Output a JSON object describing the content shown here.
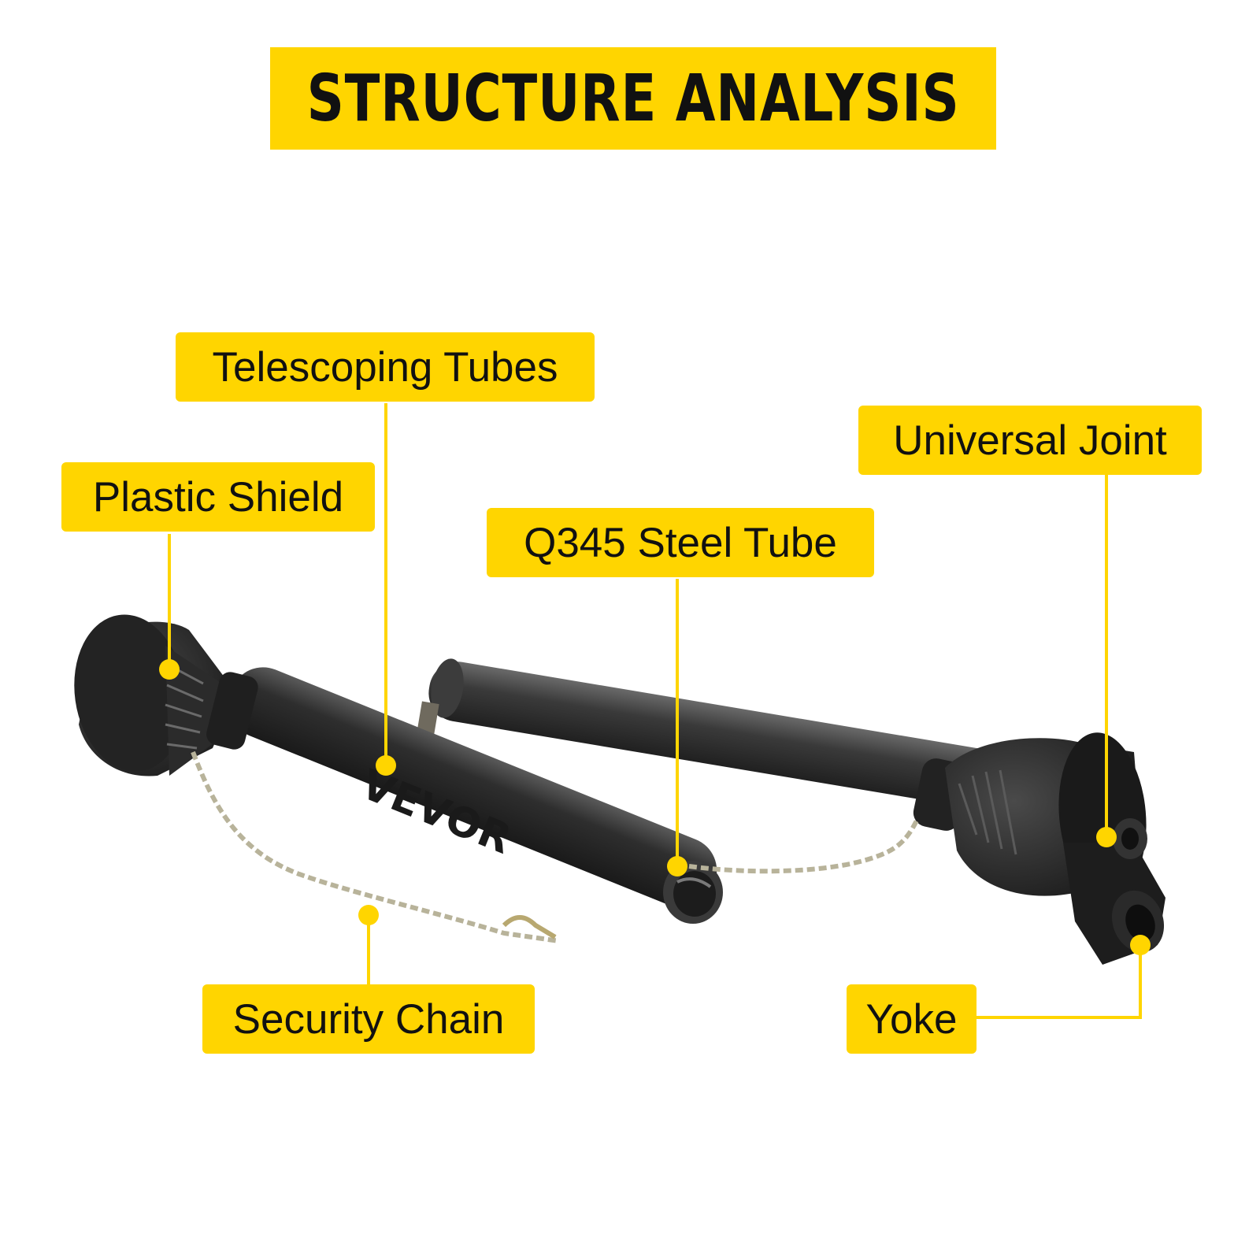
{
  "title": "STRUCTURE ANALYSIS",
  "brand_mark": "VEVOR",
  "labels": {
    "telescoping_tubes": "Telescoping Tubes",
    "plastic_shield": "Plastic Shield",
    "q345_steel_tube": "Q345 Steel Tube",
    "universal_joint": "Universal Joint",
    "security_chain": "Security Chain",
    "yoke": "Yoke"
  },
  "colors": {
    "accent_yellow": "#FFD500",
    "text_dark": "#111111",
    "shaft_black": "#2a2a2a",
    "chain_silver": "#b8b39a"
  },
  "icons": {
    "callout_marker": "yellow-dot-icon"
  }
}
